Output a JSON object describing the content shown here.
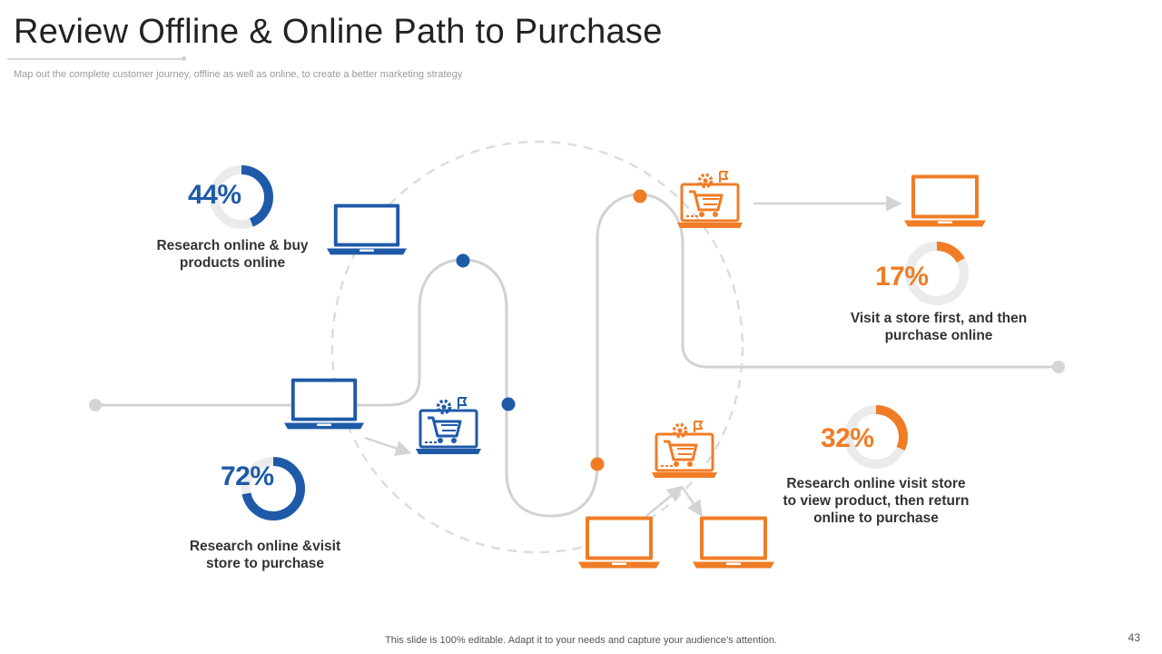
{
  "slide": {
    "title": "Review Offline & Online Path to Purchase",
    "subtitle": "Map out the complete customer journey, offline as well as online, to create a better marketing strategy",
    "footer": "This slide is 100% editable. Adapt it to your needs and capture your audience's attention.",
    "page_number": "43"
  },
  "colors": {
    "blue": "#1e5aa8",
    "orange": "#f07c26",
    "gray_track": "#d9d9d9",
    "path_line": "#cfcfcf"
  },
  "stats": [
    {
      "id": "research-online-buy-online",
      "value": "44%",
      "fraction": 0.44,
      "color": "blue",
      "label_line1": "Research online & buy",
      "label_line2": "products online"
    },
    {
      "id": "research-online-visit-store",
      "value": "72%",
      "fraction": 0.72,
      "color": "blue",
      "label_line1": "Research online &visit",
      "label_line2": "store to purchase"
    },
    {
      "id": "visit-store-purchase-online",
      "value": "17%",
      "fraction": 0.17,
      "color": "orange",
      "label_line1": "Visit a store first, and then",
      "label_line2": "purchase online"
    },
    {
      "id": "research-visit-return-online",
      "value": "32%",
      "fraction": 0.32,
      "color": "orange",
      "label_line1": "Research online visit store",
      "label_line2": "to view product, then return",
      "label_line3": "online to purchase"
    }
  ],
  "icons": [
    "laptop-icon",
    "shopping-cart-settings-icon"
  ]
}
